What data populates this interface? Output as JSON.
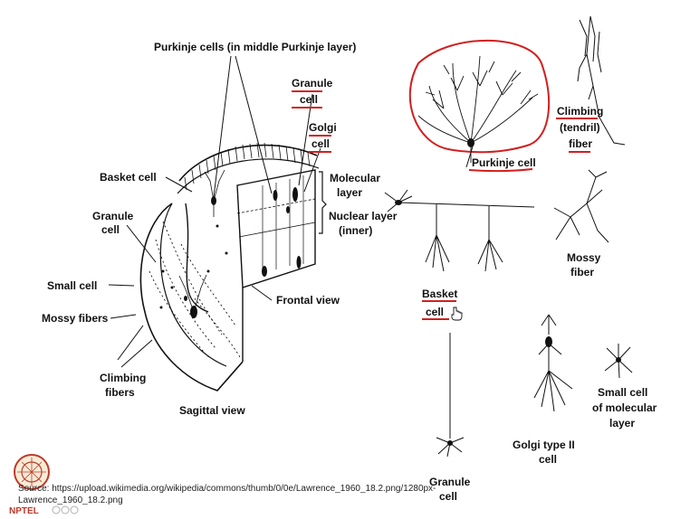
{
  "colors": {
    "ink": "#111111",
    "annotation": "#d21f1f",
    "background": "#ffffff"
  },
  "labels": {
    "purkinje_top": "Purkinje cells (in middle Purkinje layer)",
    "granule_top_1": "Granule",
    "granule_top_2": "cell",
    "golgi_top_1": "Golgi",
    "golgi_top_2": "cell",
    "basket_left": "Basket cell",
    "granule_left_1": "Granule",
    "granule_left_2": "cell",
    "molecular_1": "Molecular",
    "molecular_2": "layer",
    "nuclear_1": "Nuclear layer",
    "nuclear_2": "(inner)",
    "small_cell": "Small cell",
    "mossy_fibers": "Mossy fibers",
    "frontal_view": "Frontal view",
    "climbing_fibers_1": "Climbing",
    "climbing_fibers_2": "fibers",
    "sagittal_view": "Sagittal view",
    "purkinje_cell": "Purkinje cell",
    "climbing_fiber_1": "Climbing",
    "climbing_fiber_2": "(tendril)",
    "climbing_fiber_3": "fiber",
    "mossy_fiber_1": "Mossy",
    "mossy_fiber_2": "fiber",
    "basket_cell_1": "Basket",
    "basket_cell_2": "cell",
    "small_cell_mol_1": "Small cell",
    "small_cell_mol_2": "of molecular",
    "small_cell_mol_3": "layer",
    "golgi_type_1": "Golgi type II",
    "golgi_type_2": "cell",
    "granule_cell_1": "Granule",
    "granule_cell_2": "cell"
  },
  "source": {
    "line1": "Source: https://upload.wikimedia.org/wikipedia/commons/thumb/0/0e/Lawrence_1960_18.2.png/1280px-",
    "line2": "Lawrence_1960_18.2.png"
  },
  "logo": {
    "text": "NPTEL"
  },
  "icons": [
    "nptel-logo-icon",
    "cursor-hand-icon"
  ]
}
